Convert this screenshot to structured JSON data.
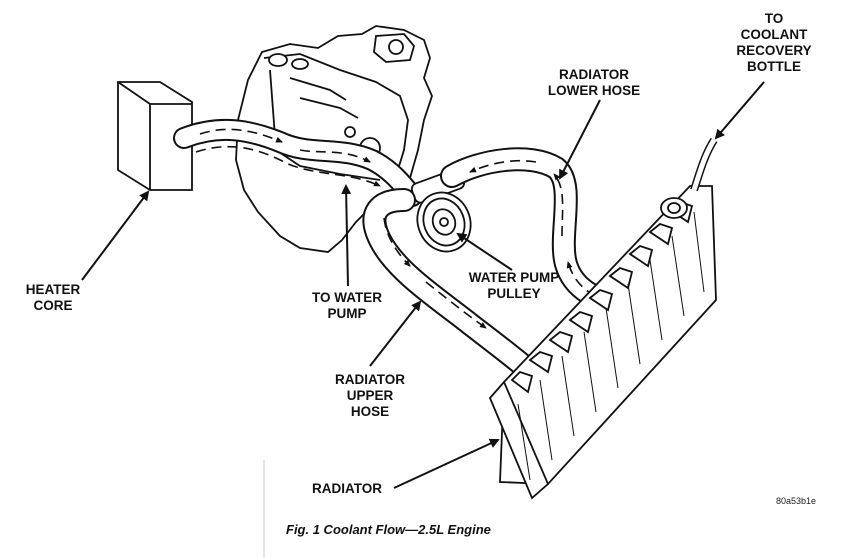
{
  "figure": {
    "caption": "Fig. 1 Coolant Flow—2.5L Engine",
    "code": "80a53b1e"
  },
  "labels": {
    "heater_core": "HEATER\nCORE",
    "to_water_pump": "TO WATER\nPUMP",
    "water_pump_pulley": "WATER PUMP\nPULLEY",
    "radiator_lower_hose": "RADIATOR\nLOWER HOSE",
    "radiator_upper_hose": "RADIATOR\nUPPER\nHOSE",
    "radiator": "RADIATOR",
    "to_coolant_recovery_bottle": "TO\nCOOLANT\nRECOVERY\nBOTTLE"
  }
}
